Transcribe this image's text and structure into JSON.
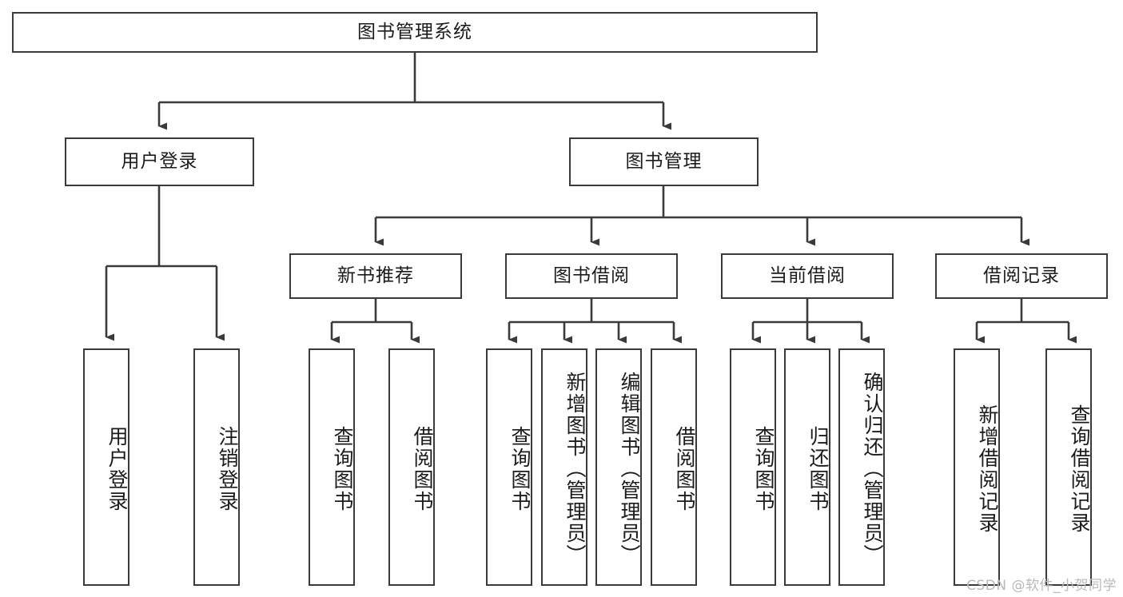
{
  "diagram": {
    "title": "图书管理系统",
    "type": "tree-hierarchy-chart",
    "theme": {
      "background": "#ffffff",
      "node_fill": "#ffffff",
      "node_border": "#3a3a3a",
      "edge_color": "#3a3a3a",
      "text_color": "#1b1b1b",
      "watermark_color": "#b9b9b9"
    },
    "root": {
      "id": "root",
      "label": "图书管理系统"
    },
    "level2": [
      {
        "id": "user-login",
        "label": "用户登录"
      },
      {
        "id": "book-manage",
        "label": "图书管理"
      }
    ],
    "level3": [
      {
        "id": "new-book-recommend",
        "label": "新书推荐",
        "parent": "book-manage"
      },
      {
        "id": "book-borrow",
        "label": "图书借阅",
        "parent": "book-manage"
      },
      {
        "id": "current-borrow",
        "label": "当前借阅",
        "parent": "book-manage"
      },
      {
        "id": "borrow-record",
        "label": "借阅记录",
        "parent": "book-manage"
      }
    ],
    "leaves": {
      "user_login": [
        {
          "id": "leaf-user-login",
          "label": "用户登录"
        },
        {
          "id": "leaf-logout",
          "label": "注销登录"
        }
      ],
      "new_book_recommend": [
        {
          "id": "leaf-query-book-1",
          "label": "查询图书"
        },
        {
          "id": "leaf-borrow-book-1",
          "label": "借阅图书"
        }
      ],
      "book_borrow": [
        {
          "id": "leaf-query-book-2",
          "label": "查询图书"
        },
        {
          "id": "leaf-add-book",
          "label": "新增图书（管理员）"
        },
        {
          "id": "leaf-edit-book",
          "label": "编辑图书（管理员）"
        },
        {
          "id": "leaf-borrow-book-2",
          "label": "借阅图书"
        }
      ],
      "current_borrow": [
        {
          "id": "leaf-query-book-3",
          "label": "查询图书"
        },
        {
          "id": "leaf-return-book",
          "label": "归还图书"
        },
        {
          "id": "leaf-confirm-return",
          "label": "确认归还（管理员）"
        }
      ],
      "borrow_record": [
        {
          "id": "leaf-add-record",
          "label": "新增借阅记录"
        },
        {
          "id": "leaf-query-record",
          "label": "查询借阅记录"
        }
      ]
    },
    "watermark": "CSDN @软件_小贺同学"
  }
}
